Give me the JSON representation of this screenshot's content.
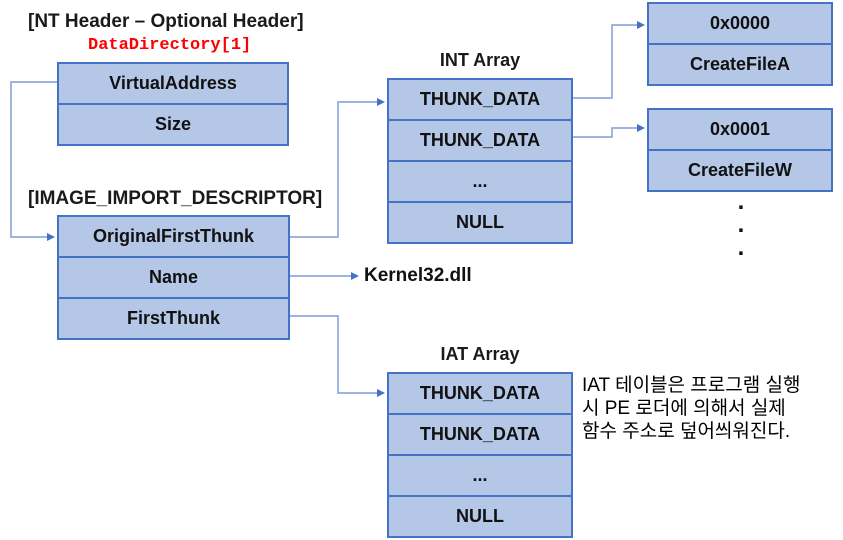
{
  "colors": {
    "box_fill": "#b4c7e7",
    "box_border": "#4472c4",
    "connector_line": "#8faadc",
    "arrowhead": "#4472c4",
    "code_text": "#ff0000",
    "text": "#1a1a1a"
  },
  "nt_header": {
    "title": "[NT Header – Optional Header]",
    "subtitle": "DataDirectory[1]",
    "rows": [
      "VirtualAddress",
      "Size"
    ]
  },
  "import_descriptor": {
    "title": "[IMAGE_IMPORT_DESCRIPTOR]",
    "rows": [
      "OriginalFirstThunk",
      "Name",
      "FirstThunk"
    ]
  },
  "int_array": {
    "title": "INT Array",
    "rows": [
      "THUNK_DATA",
      "THUNK_DATA",
      "...",
      "NULL"
    ]
  },
  "iat_array": {
    "title": "IAT Array",
    "rows": [
      "THUNK_DATA",
      "THUNK_DATA",
      "...",
      "NULL"
    ]
  },
  "import_entries": [
    {
      "ordinal": "0x0000",
      "name": "CreateFileA"
    },
    {
      "ordinal": "0x0001",
      "name": "CreateFileW"
    }
  ],
  "dll_label": "Kernel32.dll",
  "vertical_ellipsis": [
    ".",
    ".",
    "."
  ],
  "note": {
    "lines": [
      "IAT 테이블은 프로그램 실행",
      "시 PE 로더에 의해서 실제",
      "함수 주소로 덮어씌워진다."
    ]
  }
}
